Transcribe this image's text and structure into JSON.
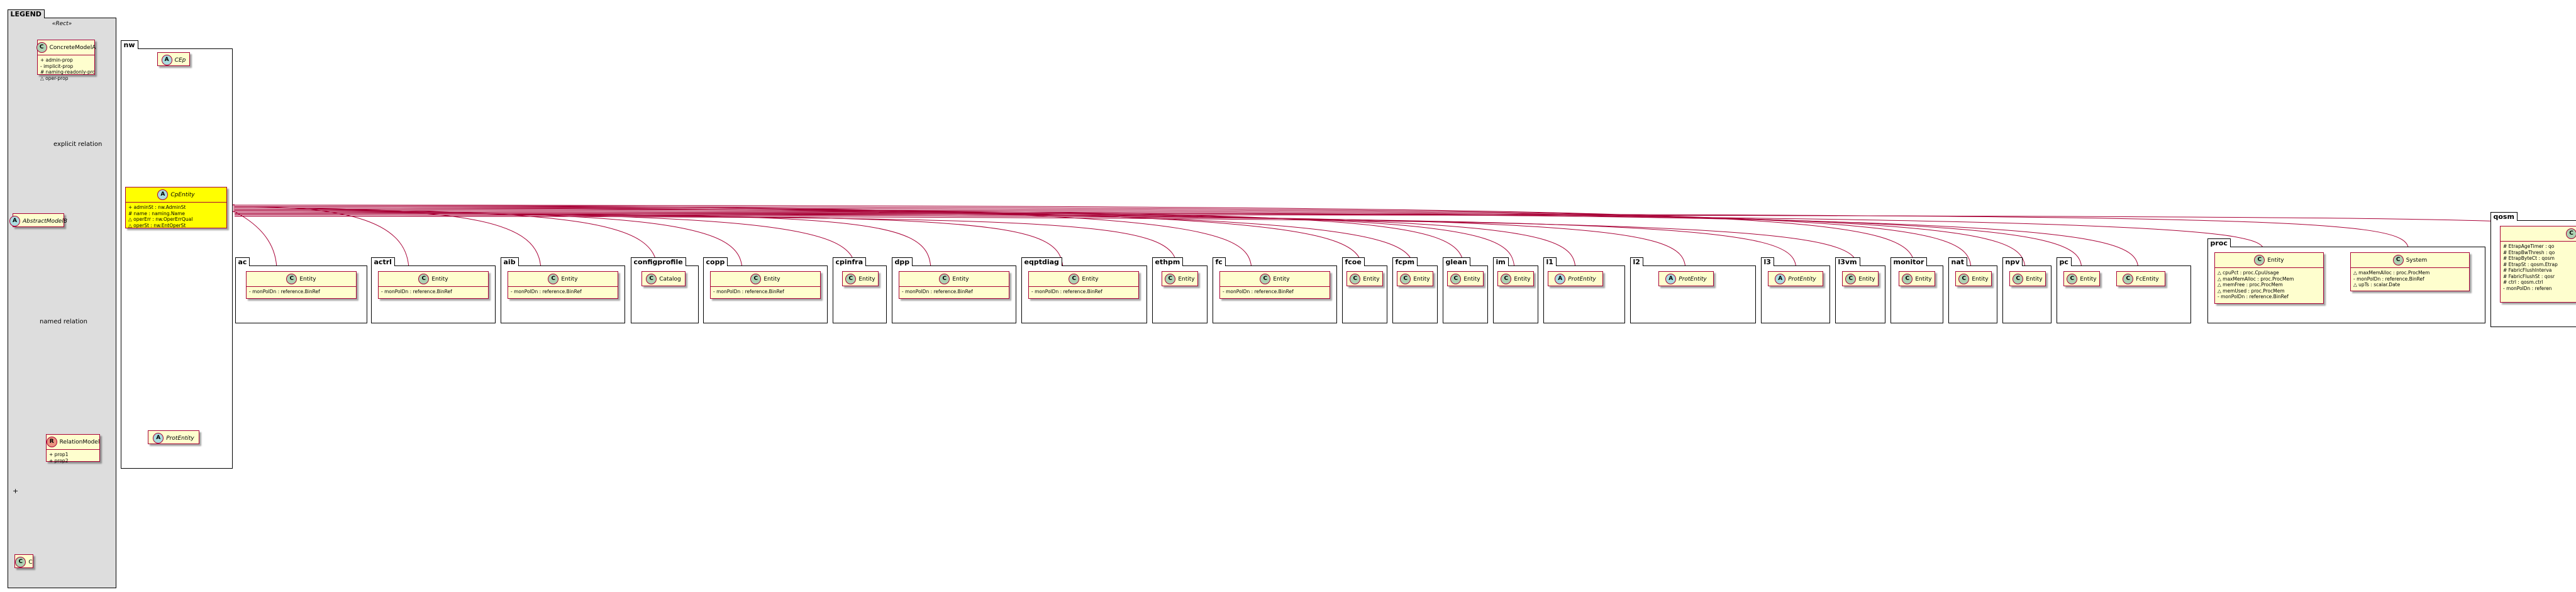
{
  "legend": {
    "title": "LEGEND",
    "stereotype": "«Rect»",
    "concrete_model": {
      "name": "ConcreteModelA",
      "fields": [
        "+ admin-prop",
        "- implicit-prop",
        "# naming-readonly-prop",
        "△ oper-prop"
      ]
    },
    "abstract_model": {
      "name": "AbstractModelB"
    },
    "relation_model": {
      "name": "RelationModel",
      "fields": [
        "+ prop1",
        "+ prop2"
      ]
    },
    "c_model": {
      "name": "C"
    },
    "explicit_relation_label": "explicit relation",
    "named_relation_label": "named relation",
    "plus_marker": "+"
  },
  "nw": {
    "title": "nw",
    "cep": {
      "name": "CEp"
    },
    "cpentity": {
      "name": "CpEntity",
      "fields": [
        "+ adminSt : nw.AdminSt",
        "# name : naming.Name",
        "△ operErr : nw.OperErrQual",
        "△ operSt : nw.EntOperSt"
      ]
    },
    "protentity": {
      "name": "ProtEntity"
    }
  },
  "packages": [
    {
      "title": "ac",
      "classes": [
        {
          "name": "Entity",
          "kind": "C",
          "fields": [
            "- monPolDn : reference.BinRef"
          ]
        }
      ]
    },
    {
      "title": "actrl",
      "classes": [
        {
          "name": "Entity",
          "kind": "C",
          "fields": [
            "- monPolDn : reference.BinRef"
          ]
        }
      ]
    },
    {
      "title": "aib",
      "classes": [
        {
          "name": "Entity",
          "kind": "C",
          "fields": [
            "- monPolDn : reference.BinRef"
          ]
        }
      ]
    },
    {
      "title": "configprofile",
      "classes": [
        {
          "name": "Catalog",
          "kind": "C",
          "fields": []
        }
      ]
    },
    {
      "title": "copp",
      "classes": [
        {
          "name": "Entity",
          "kind": "C",
          "fields": [
            "- monPolDn : reference.BinRef"
          ]
        }
      ]
    },
    {
      "title": "cpinfra",
      "classes": [
        {
          "name": "Entity",
          "kind": "C",
          "fields": []
        }
      ]
    },
    {
      "title": "dpp",
      "classes": [
        {
          "name": "Entity",
          "kind": "C",
          "fields": [
            "- monPolDn : reference.BinRef"
          ]
        }
      ]
    },
    {
      "title": "eqptdiag",
      "classes": [
        {
          "name": "Entity",
          "kind": "C",
          "fields": [
            "- monPolDn : reference.BinRef"
          ]
        }
      ]
    },
    {
      "title": "ethpm",
      "classes": [
        {
          "name": "Entity",
          "kind": "C",
          "fields": []
        }
      ]
    },
    {
      "title": "fc",
      "classes": [
        {
          "name": "Entity",
          "kind": "C",
          "fields": [
            "- monPolDn : reference.BinRef"
          ]
        }
      ]
    },
    {
      "title": "fcoe",
      "classes": [
        {
          "name": "Entity",
          "kind": "C",
          "fields": []
        }
      ]
    },
    {
      "title": "fcpm",
      "classes": [
        {
          "name": "Entity",
          "kind": "C",
          "fields": []
        }
      ]
    },
    {
      "title": "glean",
      "classes": [
        {
          "name": "Entity",
          "kind": "C",
          "fields": []
        }
      ]
    },
    {
      "title": "im",
      "classes": [
        {
          "name": "Entity",
          "kind": "C",
          "fields": []
        }
      ]
    },
    {
      "title": "l1",
      "classes": [
        {
          "name": "ProtEntity",
          "kind": "A",
          "fields": []
        }
      ]
    },
    {
      "title": "l2",
      "classes": [
        {
          "name": "ProtEntity",
          "kind": "A",
          "fields": []
        }
      ]
    },
    {
      "title": "l3",
      "classes": [
        {
          "name": "ProtEntity",
          "kind": "A",
          "fields": []
        }
      ]
    },
    {
      "title": "l3vm",
      "classes": [
        {
          "name": "Entity",
          "kind": "C",
          "fields": []
        }
      ]
    },
    {
      "title": "monitor",
      "classes": [
        {
          "name": "Entity",
          "kind": "C",
          "fields": []
        }
      ]
    },
    {
      "title": "nat",
      "classes": [
        {
          "name": "Entity",
          "kind": "C",
          "fields": []
        }
      ]
    },
    {
      "title": "npv",
      "classes": [
        {
          "name": "Entity",
          "kind": "C",
          "fields": []
        }
      ]
    },
    {
      "title": "pc",
      "classes": [
        {
          "name": "Entity",
          "kind": "C",
          "fields": []
        },
        {
          "name": "FcEntity",
          "kind": "C",
          "fields": []
        }
      ]
    },
    {
      "title": "proc",
      "classes": [
        {
          "name": "Entity",
          "kind": "C",
          "fields": [
            "△ cpuPct : proc.CpuUsage",
            "△ maxMemAlloc : proc.ProcMem",
            "△ memFree : proc.ProcMem",
            "△ memUsed : proc.ProcMem",
            "- monPolDn : reference.BinRef"
          ]
        },
        {
          "name": "System",
          "kind": "C",
          "fields": [
            "△ maxMemAlloc : proc.ProcMem",
            "- monPolDn : reference.BinRef",
            "△ upTs : scalar.Date"
          ]
        }
      ]
    },
    {
      "title": "qosm",
      "classes": [
        {
          "name": "",
          "kind": "C",
          "fields": [
            "# EtrapAgeTimer : qo",
            "# EtrapBwThresh : qo",
            "# EtrapByteCt : qosm",
            "# EtrapSt : qosm.Etrap",
            "# FabricFlushInterva",
            "# FabricFlushSt : qosr",
            "# ctrl : qosm.ctrl",
            "- monPolDn : referen"
          ]
        }
      ]
    }
  ]
}
